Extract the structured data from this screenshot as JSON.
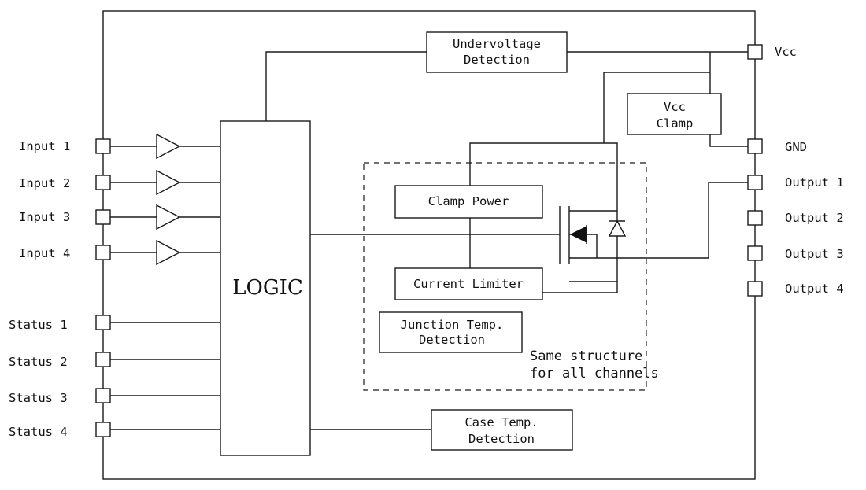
{
  "pins_left": {
    "inputs": [
      "Input 1",
      "Input 2",
      "Input 3",
      "Input 4"
    ],
    "statuses": [
      "Status 1",
      "Status 2",
      "Status 3",
      "Status 4"
    ]
  },
  "pins_right": {
    "vcc": "Vcc",
    "gnd": "GND",
    "outputs": [
      "Output 1",
      "Output 2",
      "Output 3",
      "Output 4"
    ]
  },
  "blocks": {
    "logic": "LOGIC",
    "undervoltage": [
      "Undervoltage",
      "Detection"
    ],
    "vcc_clamp": [
      "Vcc",
      "Clamp"
    ],
    "clamp_power": "Clamp Power",
    "current_limiter": "Current Limiter",
    "junction_temp": [
      "Junction Temp.",
      "Detection"
    ],
    "case_temp": [
      "Case Temp.",
      "Detection"
    ]
  },
  "note": [
    "Same structure",
    "for all channels"
  ]
}
